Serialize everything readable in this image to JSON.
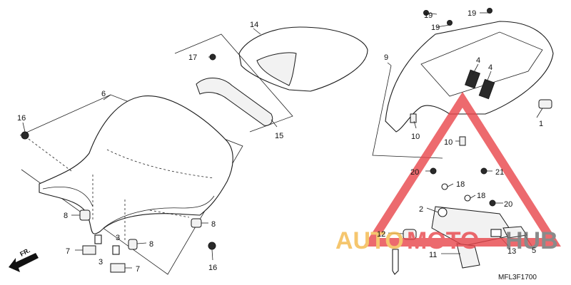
{
  "diagram": {
    "code": "MFL3F1700",
    "front_arrow": "FR.",
    "callouts": [
      {
        "id": "c1",
        "label": "1"
      },
      {
        "id": "c2",
        "label": "2"
      },
      {
        "id": "c3a",
        "label": "3"
      },
      {
        "id": "c3b",
        "label": "3"
      },
      {
        "id": "c4a",
        "label": "4"
      },
      {
        "id": "c4b",
        "label": "4"
      },
      {
        "id": "c5",
        "label": "5"
      },
      {
        "id": "c6",
        "label": "6"
      },
      {
        "id": "c7a",
        "label": "7"
      },
      {
        "id": "c7b",
        "label": "7"
      },
      {
        "id": "c8a",
        "label": "8"
      },
      {
        "id": "c8b",
        "label": "8"
      },
      {
        "id": "c8c",
        "label": "8"
      },
      {
        "id": "c9",
        "label": "9"
      },
      {
        "id": "c10a",
        "label": "10"
      },
      {
        "id": "c10b",
        "label": "10"
      },
      {
        "id": "c11",
        "label": "11"
      },
      {
        "id": "c12",
        "label": "12"
      },
      {
        "id": "c13",
        "label": "13"
      },
      {
        "id": "c14",
        "label": "14"
      },
      {
        "id": "c15",
        "label": "15"
      },
      {
        "id": "c16a",
        "label": "16"
      },
      {
        "id": "c16b",
        "label": "16"
      },
      {
        "id": "c17",
        "label": "17"
      },
      {
        "id": "c18a",
        "label": "18"
      },
      {
        "id": "c18b",
        "label": "18"
      },
      {
        "id": "c19a",
        "label": "19"
      },
      {
        "id": "c19b",
        "label": "19"
      },
      {
        "id": "c19c",
        "label": "19"
      },
      {
        "id": "c20a",
        "label": "20"
      },
      {
        "id": "c20b",
        "label": "20"
      },
      {
        "id": "c21",
        "label": "21"
      }
    ]
  },
  "watermark": {
    "part1": "AUTO",
    "part2": "MOTO",
    "part3": "HUB",
    "colors": {
      "gold": "#f3b84a",
      "red": "#e8454a",
      "gray": "#6d6d6d"
    }
  }
}
